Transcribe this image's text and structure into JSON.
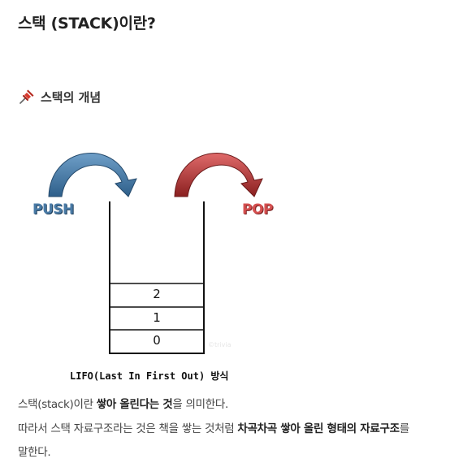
{
  "title": "스택 (STACK)이란?",
  "section": {
    "heading": "스택의 개념",
    "icon": "pushpin-icon"
  },
  "diagram": {
    "push_label": "PUSH",
    "pop_label": "POP",
    "stack_items": [
      "2",
      "1",
      "0"
    ],
    "watermark": "©trivia",
    "caption": "LIFO(Last In First Out) 방식",
    "colors": {
      "push": "#4a7ba6",
      "pop": "#d55050"
    }
  },
  "body": {
    "p1_pre": "스택(stack)이란 ",
    "p1_bold": "쌓아 올린다는 것",
    "p1_post": "을 의미한다.",
    "p2_pre": "따라서 스택 자료구조라는 것은 책을 쌓는 것처럼 ",
    "p2_bold": "차곡차곡 쌓아 올린 형태의 자료구조",
    "p2_post": "를",
    "p3": "말한다."
  }
}
